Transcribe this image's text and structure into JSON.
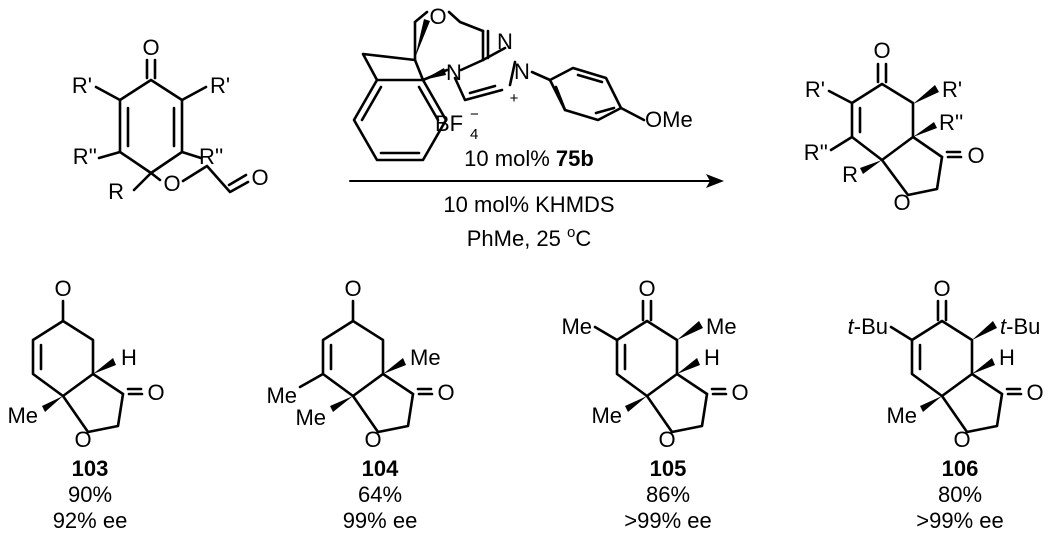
{
  "starting_material": {
    "atoms": {
      "oxo": "O",
      "ring_o": "O",
      "ald_o": "O"
    },
    "substituents": {
      "r1_left": "R'",
      "r1_right": "R'",
      "r2_left": "R''",
      "r2_right": "R''",
      "r": "R"
    }
  },
  "catalyst": {
    "atoms": {
      "n_top": "N",
      "n_left": "N",
      "n_right": "N",
      "o_top": "O"
    },
    "charge": "+",
    "counterion_main": "BF",
    "counterion_sub": "4",
    "counterion_sup": "−",
    "methoxy": "OMe"
  },
  "conditions": {
    "catalyst_loading_prefix": "10 mol% ",
    "catalyst_id": "75b",
    "base": "10 mol% KHMDS",
    "solvent_prefix": "PhMe, 25 ",
    "temp_degree": "o",
    "temp_unit": "C"
  },
  "product": {
    "atoms": {
      "oxo": "O",
      "ketone_o": "O",
      "ring_o": "O"
    },
    "substituents": {
      "r1_left": "R'",
      "r1_right": "R'",
      "r2_top": "R''",
      "r2_left": "R''",
      "r": "R"
    }
  },
  "examples": [
    {
      "id": "103",
      "yield": "90%",
      "ee": "92% ee",
      "labels": {
        "me": "Me",
        "h": "H",
        "oxo": "O",
        "ketone": "O",
        "ring_o": "O"
      }
    },
    {
      "id": "104",
      "yield": "64%",
      "ee": "99% ee",
      "labels": {
        "me_left": "Me",
        "me_bottom": "Me",
        "me_right": "Me",
        "oxo": "O",
        "ketone": "O",
        "ring_o": "O"
      }
    },
    {
      "id": "105",
      "yield": "86%",
      "ee": ">99% ee",
      "labels": {
        "me_left": "Me",
        "me_right": "Me",
        "me_bottom": "Me",
        "h": "H",
        "oxo": "O",
        "ketone": "O",
        "ring_o": "O"
      }
    },
    {
      "id": "106",
      "yield": "80%",
      "ee": ">99% ee",
      "labels": {
        "tbu_left_t": "t",
        "tbu_left_rest": "-Bu",
        "tbu_right_t": "t",
        "tbu_right_rest": "-Bu",
        "me": "Me",
        "h": "H",
        "oxo": "O",
        "ketone": "O",
        "ring_o": "O"
      }
    }
  ]
}
